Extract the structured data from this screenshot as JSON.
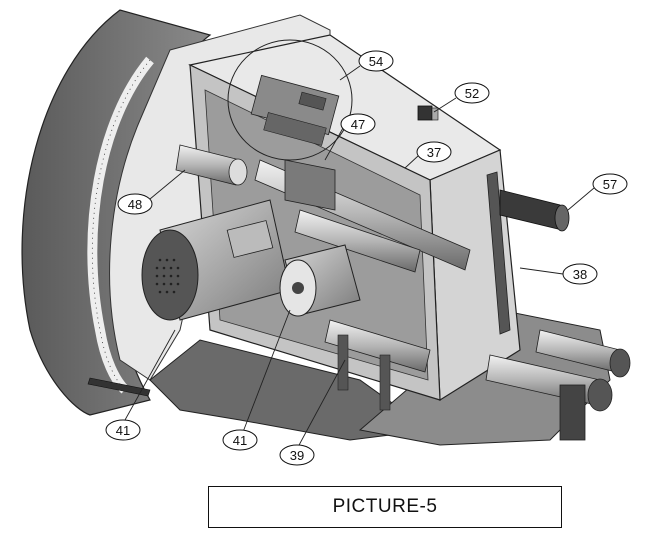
{
  "caption": "PICTURE-5",
  "callouts": [
    "54",
    "52",
    "47",
    "37",
    "57",
    "48",
    "38",
    "41",
    "41",
    "39"
  ],
  "colors": {
    "dark_gray": "#555555",
    "mid_gray": "#9a9a9a",
    "light_gray": "#d9d9d9",
    "outline": "#222222"
  }
}
